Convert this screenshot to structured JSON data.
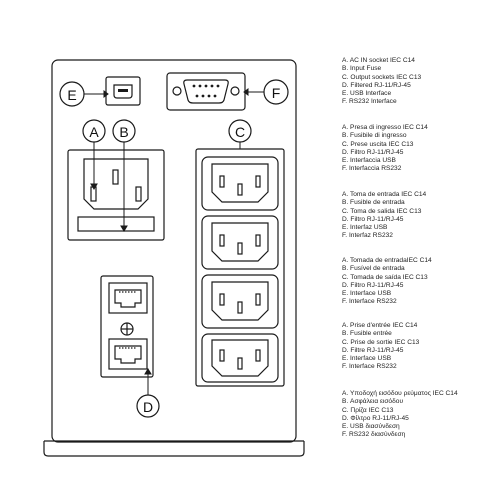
{
  "callouts": {
    "a": "A",
    "b": "B",
    "c": "C",
    "d": "D",
    "e": "E",
    "f": "F"
  },
  "legend": [
    {
      "lines": [
        "A. AC IN socket IEC C14",
        "B. Input Fuse",
        "C. Output sockets IEC C13",
        "D. Filtered RJ-11/RJ-45",
        "E. USB Interface",
        "F. RS232 Interface"
      ]
    },
    {
      "lines": [
        "A. Presa di ingresso IEC C14",
        "B. Fusibile di ingresso",
        "C. Prese uscita IEC C13",
        "D. Filtro RJ-11/RJ-45",
        "E. Interfaccia USB",
        "F. Interfaccia RS232"
      ]
    },
    {
      "lines": [
        "A. Toma de entrada IEC C14",
        "B. Fusible de entrada",
        "C. Toma de salida IEC C13",
        "D. Filtro RJ-11/RJ-45",
        "E. Interfaz USB",
        "F. Interfaz RS232"
      ]
    },
    {
      "lines": [
        "A. Tomada de entradaIEC C14",
        "B. Fusível de entrada",
        "C. Tomada de saída IEC C13",
        "D. Filtro RJ-11/RJ-45",
        "E. Interface USB",
        "F. Interface RS232"
      ]
    },
    {
      "lines": [
        "A. Prise d'entrée IEC C14",
        "B. Fusible entrée",
        "C. Prise de sortie IEC C13",
        "D. Filtre RJ-11/RJ-45",
        "E. Interface USB",
        "F. Interface RS232"
      ]
    },
    {
      "lines": [
        "A. Υποδοχή εισόδου ρεύματος IEC C14",
        "B. Ασφάλεια εισόδου",
        "C. Πρίζα IEC C13",
        "D. Φίλτρο RJ-11/RJ-45",
        "E. USB διασύνδεση",
        "F. RS232 διασύνδεση"
      ]
    }
  ]
}
